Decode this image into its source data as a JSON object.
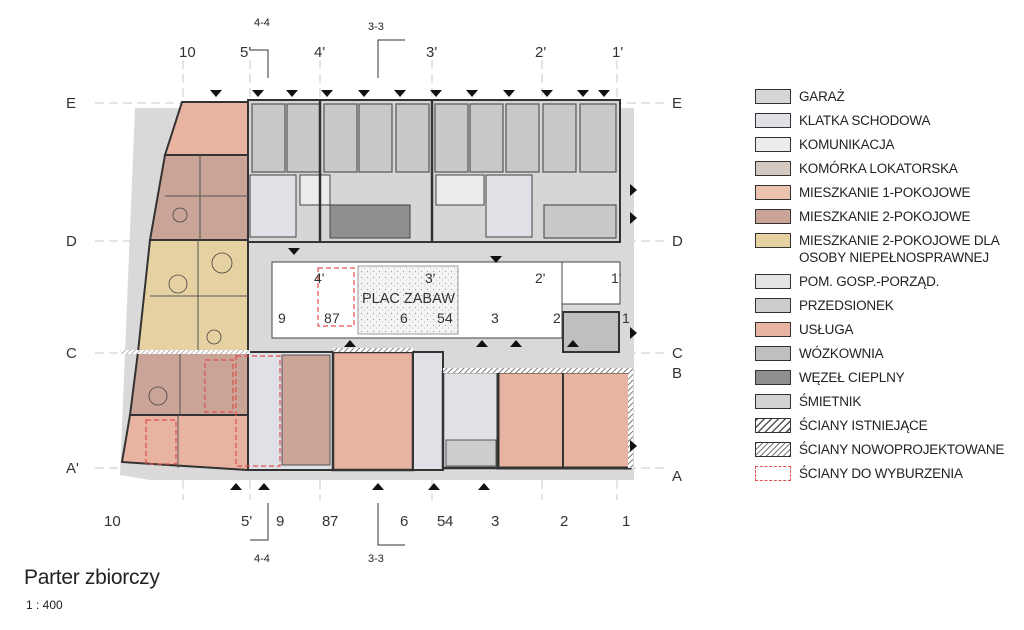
{
  "drawing": {
    "title": "Parter zbiorczy",
    "scale": "1 : 400",
    "playground_label": "PLAC ZABAW",
    "sections": {
      "s44": "4-4",
      "s33": "3-3"
    },
    "grid_top": [
      "10",
      "5'",
      "4'",
      "3'",
      "2'",
      "1'"
    ],
    "grid_bottom": [
      "10",
      "5'",
      "9",
      "8",
      "7",
      "6",
      "5",
      "4",
      "3",
      "2",
      "1"
    ],
    "grid_left": [
      "E",
      "D",
      "C",
      "A'"
    ],
    "grid_right": [
      "E",
      "D",
      "C",
      "B",
      "A"
    ],
    "playground_nums": [
      "4'",
      "3'",
      "2'",
      "1'",
      "9",
      "8",
      "7",
      "6",
      "5",
      "4",
      "3",
      "2",
      "1"
    ]
  },
  "legend": {
    "items": [
      {
        "label": "GARAŻ",
        "color": "#d6d6d6",
        "style": "fill"
      },
      {
        "label": "KLATKA SCHODOWA",
        "color": "#dfe1e6",
        "style": "fill"
      },
      {
        "label": "KOMUNIKACJA",
        "color": "#ececec",
        "style": "fill"
      },
      {
        "label": "KOMÓRKA LOKATORSKA",
        "color": "#d4c9c0",
        "style": "fill"
      },
      {
        "label": "MIESZKANIE 1-POKOJOWE",
        "color": "#ecc3ae",
        "style": "fill"
      },
      {
        "label": "MIESZKANIE 2-POKOJOWE",
        "color": "#c9a497",
        "style": "fill"
      },
      {
        "label": "MIESZKANIE 2-POKOJOWE DLA OSOBY NIEPEŁNOSPRAWNEJ",
        "color": "#e6d1a2",
        "style": "fill"
      },
      {
        "label": "POM. GOSP.-PORZĄD.",
        "color": "#e4e4e4",
        "style": "fill"
      },
      {
        "label": "PRZEDSIONEK",
        "color": "#cdcdcd",
        "style": "fill"
      },
      {
        "label": "USŁUGA",
        "color": "#e8b3a0",
        "style": "fill"
      },
      {
        "label": "WÓZKOWNIA",
        "color": "#bfbfbf",
        "style": "fill"
      },
      {
        "label": "WĘZEŁ CIEPLNY",
        "color": "#8f8f8f",
        "style": "fill"
      },
      {
        "label": "ŚMIETNIK",
        "color": "#d3d3d3",
        "style": "fill"
      },
      {
        "label": "ŚCIANY ISTNIEJĄCE",
        "color": "#555555",
        "style": "hatch"
      },
      {
        "label": "ŚCIANY NOWOPROJEKTOWANE",
        "color": "#777777",
        "style": "hatch2"
      },
      {
        "label": "ŚCIANY DO WYBURZENIA",
        "color": "#e05050",
        "style": "demo"
      }
    ]
  }
}
